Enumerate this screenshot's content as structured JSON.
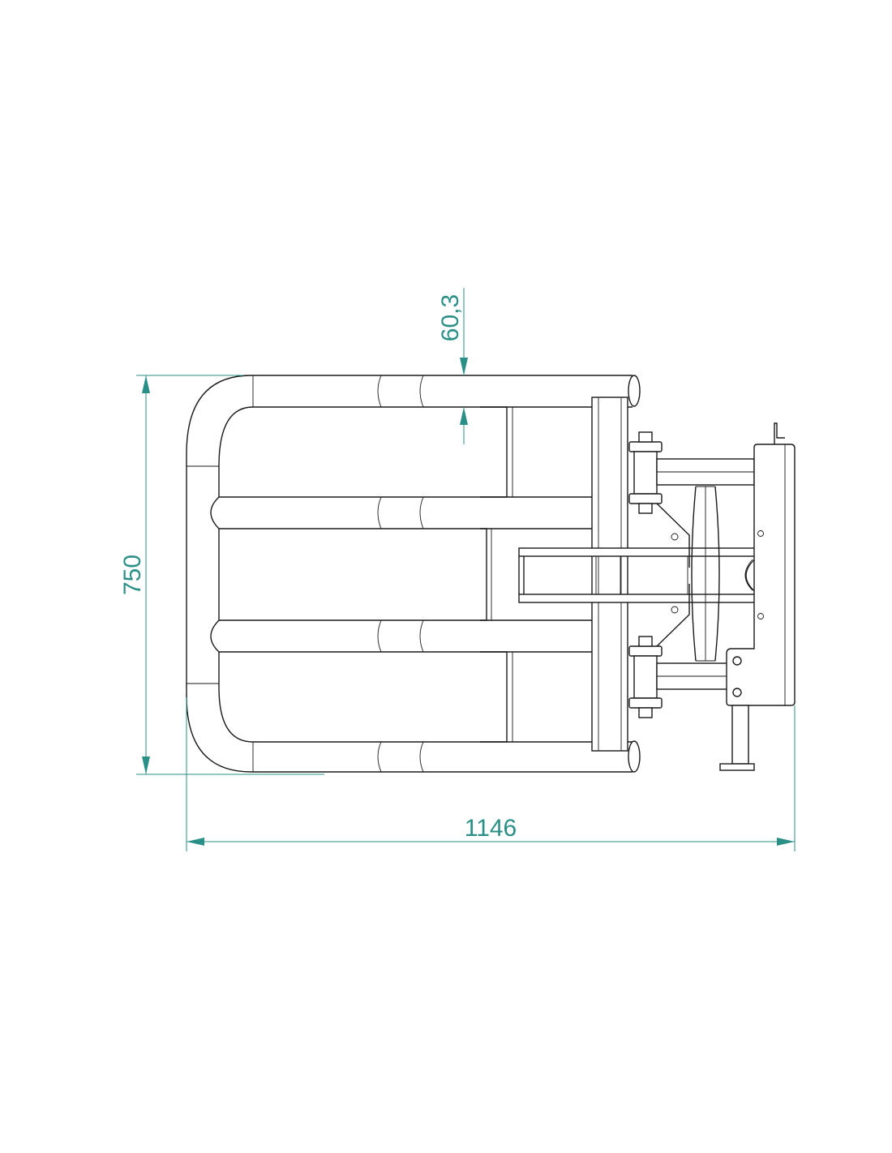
{
  "dimensions": {
    "width_label": "1146",
    "height_label": "750",
    "tube_diameter_label": "60,3"
  },
  "colors": {
    "dimension": "#2a8f86",
    "outline": "#1a1a1a",
    "background": "#ffffff"
  }
}
